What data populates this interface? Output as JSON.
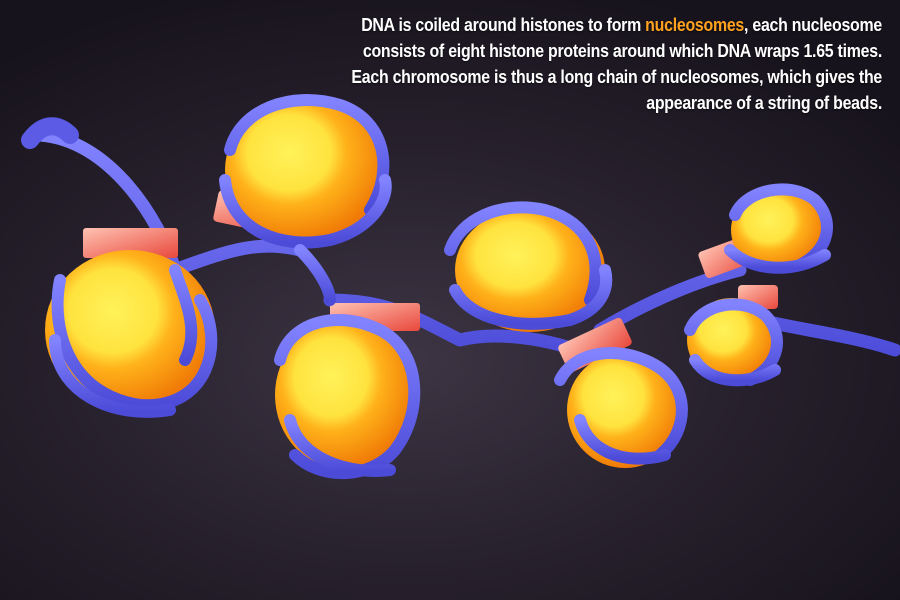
{
  "caption": {
    "part1": "DNA is coiled around histones to form ",
    "highlight": "nucleosomes",
    "part2": ", each nucleosome consists of eight histone proteins around which DNA wraps 1.65 times. Each chromosome is thus a long chain of nucleosomes, which gives the appearance of a string of beads."
  },
  "colors": {
    "background": "#2a2330",
    "dna": "#6b6cf2",
    "histone_core": "#ffe94a",
    "histone_outer": "#ff9a12",
    "linker": "#ff9c8c",
    "highlight_text": "#ffa21f"
  },
  "icons": [
    "nucleosome-bead",
    "dna-strand",
    "linker-histone"
  ]
}
